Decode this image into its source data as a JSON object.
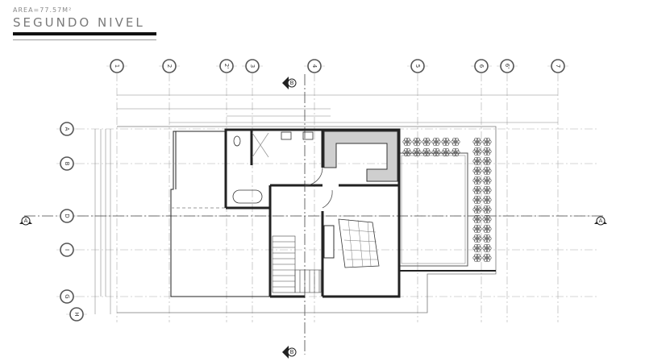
{
  "header": {
    "area": "AREA=77.57M²",
    "title": "SEGUNDO NIVEL"
  },
  "grid": {
    "columns": [
      "1",
      "2",
      "2'",
      "3",
      "4",
      "5",
      "6",
      "6'",
      "7"
    ],
    "rows": [
      "A",
      "B",
      "D",
      "I",
      "G",
      "H"
    ]
  },
  "section_markers": {
    "vertical": "B",
    "horizontal": "A"
  },
  "colors": {
    "walls": "#222222",
    "grid_lines": "#9a9a9a",
    "title_bar": "#111111"
  }
}
